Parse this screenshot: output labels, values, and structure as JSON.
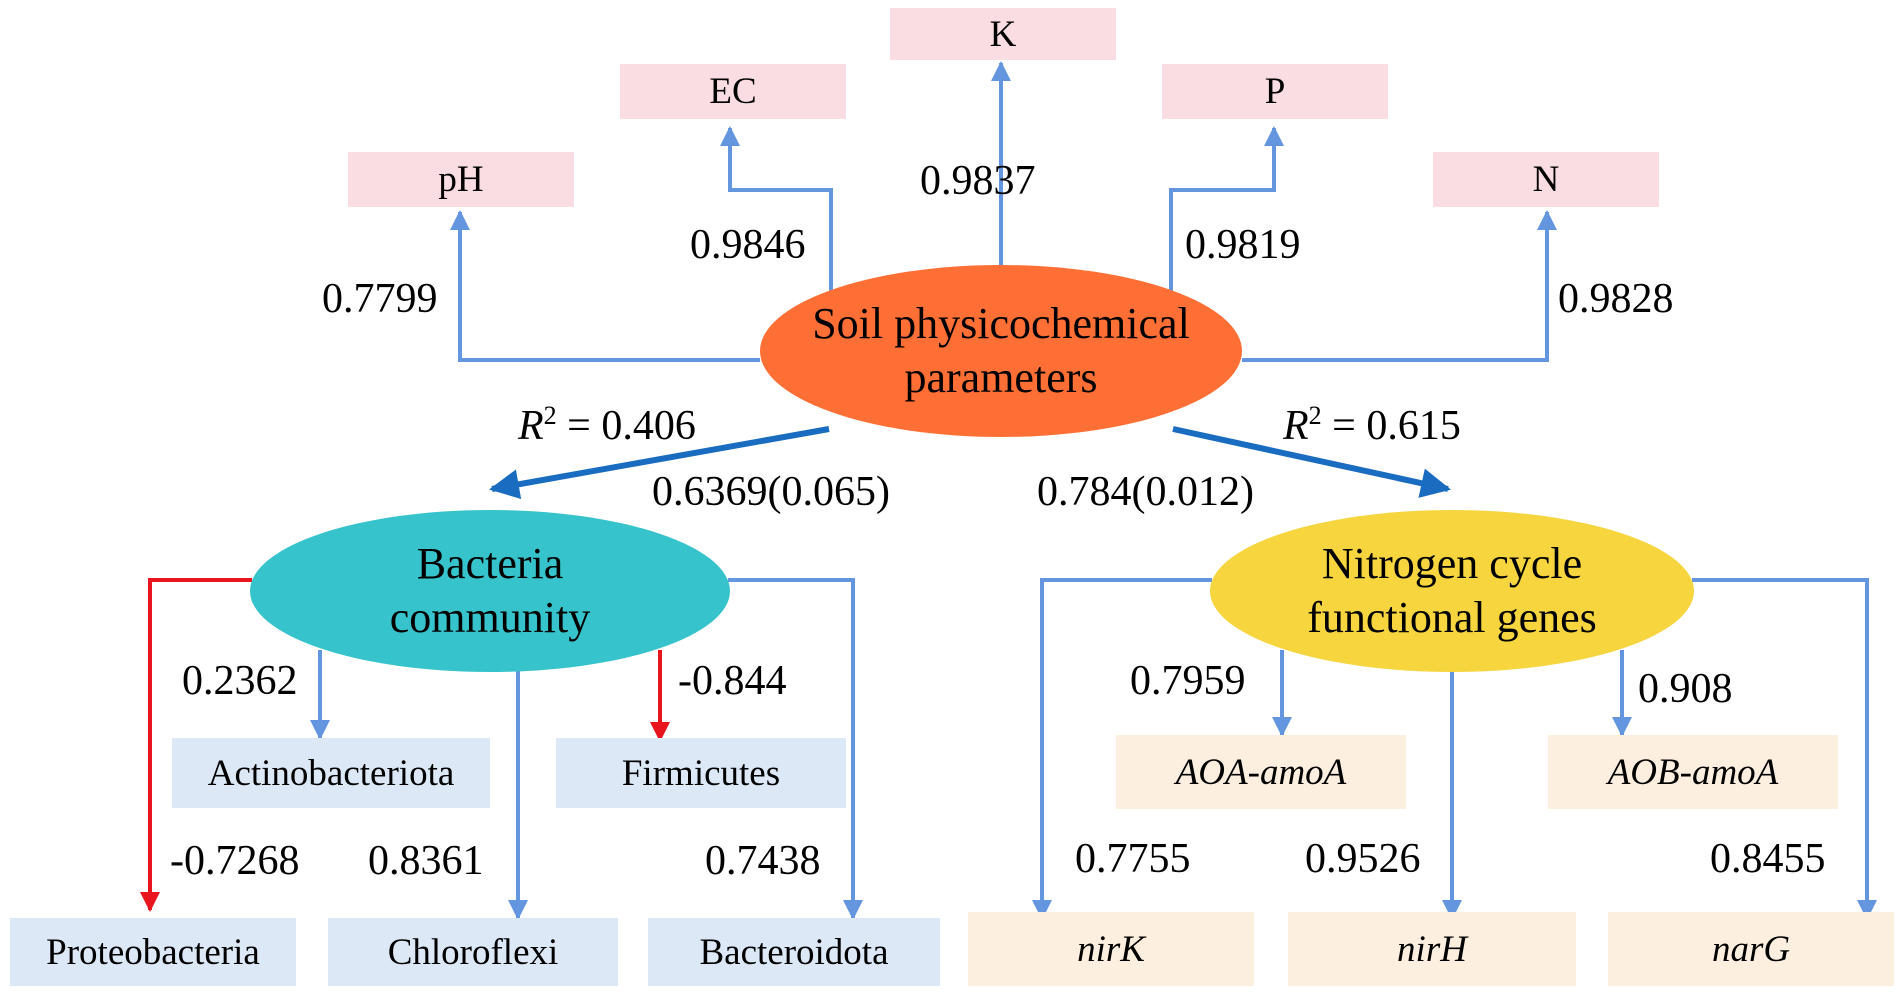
{
  "colors": {
    "soil_ellipse": "#fe6f35",
    "bacteria_ellipse": "#36c3cb",
    "nitrogen_ellipse": "#f6d53f",
    "soil_boxes": "#f9dde2",
    "bacteria_boxes": "#dce8f6",
    "gene_boxes": "#fdefdf",
    "positive_path": "#6496e0",
    "main_path": "#1a6cc0",
    "negative_path": "#e8141e"
  },
  "center": {
    "line1": "Soil physicochemical",
    "line2": "parameters"
  },
  "bacteria": {
    "line1": "Bacteria",
    "line2": "community"
  },
  "nitrogen": {
    "line1": "Nitrogen cycle",
    "line2": "functional genes"
  },
  "soil_indicators": {
    "pH": {
      "label": "pH",
      "loading": "0.7799"
    },
    "EC": {
      "label": "EC",
      "loading": "0.9846"
    },
    "K": {
      "label": "K",
      "loading": "0.9837"
    },
    "P": {
      "label": "P",
      "loading": "0.9819"
    },
    "N": {
      "label": "N",
      "loading": "0.9828"
    }
  },
  "paths": {
    "to_bacteria": {
      "r2_symbol": "R",
      "r2_exp": "2",
      "r2_value": "= 0.406",
      "coef": "0.6369(0.065)"
    },
    "to_nitrogen": {
      "r2_symbol": "R",
      "r2_exp": "2",
      "r2_value": "= 0.615",
      "coef": "0.784(0.012)"
    }
  },
  "bacteria_indicators": {
    "actinobacteriota": {
      "label": "Actinobacteriota",
      "loading": "0.2362"
    },
    "firmicutes": {
      "label": "Firmicutes",
      "loading": "-0.844"
    },
    "proteobacteria": {
      "label": "Proteobacteria",
      "loading": "-0.7268"
    },
    "chloroflexi": {
      "label": "Chloroflexi",
      "loading": "0.8361"
    },
    "bacteroidota": {
      "label": "Bacteroidota",
      "loading": "0.7438"
    }
  },
  "gene_indicators": {
    "aoa": {
      "label": "AOA-amoA",
      "loading": "0.7959"
    },
    "aob": {
      "label": "AOB-amoA",
      "loading": "0.908"
    },
    "nirK": {
      "label": "nirK",
      "loading": "0.7755"
    },
    "nirH": {
      "label": "nirH",
      "loading": "0.9526"
    },
    "narG": {
      "label": "narG",
      "loading": "0.8455"
    }
  }
}
